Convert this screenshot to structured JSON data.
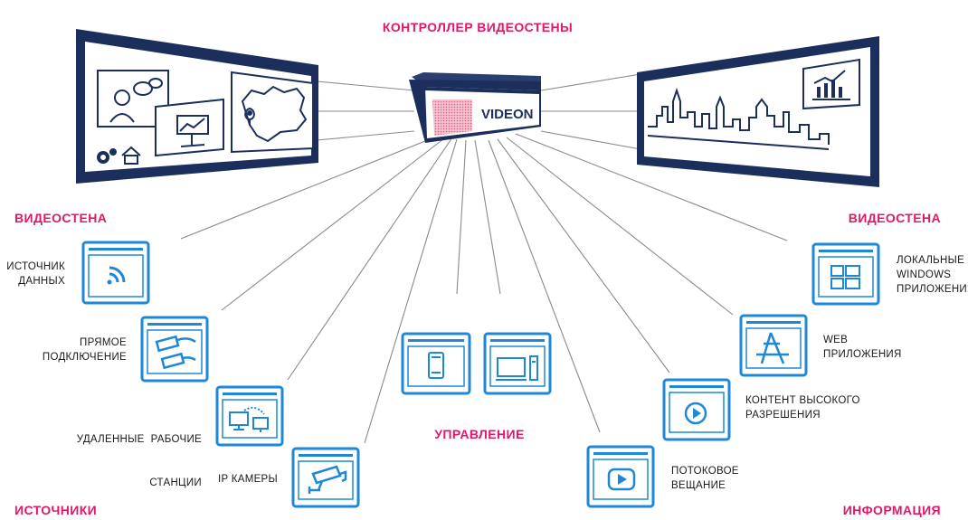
{
  "title": "КОНТРОЛЛЕР ВИДЕОСТЕНЫ",
  "device_logo": "VIDEON",
  "sections": {
    "wall_left": "ВИДЕОСТЕНА",
    "wall_right": "ВИДЕОСТЕНА",
    "sources": "ИСТОЧНИКИ",
    "control": "УПРАВЛЕНИЕ",
    "info": "ИНФОРМАЦИЯ"
  },
  "sources": [
    {
      "icon": "rss-icon",
      "label_lines": [
        "ИСТОЧНИК",
        "ДАННЫХ"
      ]
    },
    {
      "icon": "cable-connector-icon",
      "label_lines": [
        "ПРЯМОЕ",
        "ПОДКЛЮЧЕНИЕ"
      ]
    },
    {
      "icon": "remote-desktop-icon",
      "label_lines": [
        "УДАЛЕННЫЕ  РАБОЧИЕ",
        "СТАНЦИИ"
      ]
    },
    {
      "icon": "cctv-camera-icon",
      "label_lines": [
        "IP КАМЕРЫ"
      ]
    }
  ],
  "control": [
    {
      "icon": "smartphone-icon"
    },
    {
      "icon": "desktop-computer-icon"
    }
  ],
  "info": [
    {
      "icon": "windows-icon",
      "label_lines": [
        "ЛОКАЛЬНЫЕ",
        "WINDOWS",
        "ПРИЛОЖЕНИЯ"
      ]
    },
    {
      "icon": "app-store-icon",
      "label_lines": [
        "WEB",
        "ПРИЛОЖЕНИЯ"
      ]
    },
    {
      "icon": "play-icon",
      "label_lines": [
        "КОНТЕНТ ВЫСОКОГО",
        "РАЗРЕШЕНИЯ"
      ]
    },
    {
      "icon": "youtube-play-icon",
      "label_lines": [
        "ПОТОКОВОЕ",
        "ВЕЩАНИЕ"
      ]
    }
  ],
  "colors": {
    "accent": "#e0186c",
    "icon_blue": "#1e88d6",
    "box_navy": "#1c2f5c",
    "line_gray": "#8a8a8a"
  }
}
